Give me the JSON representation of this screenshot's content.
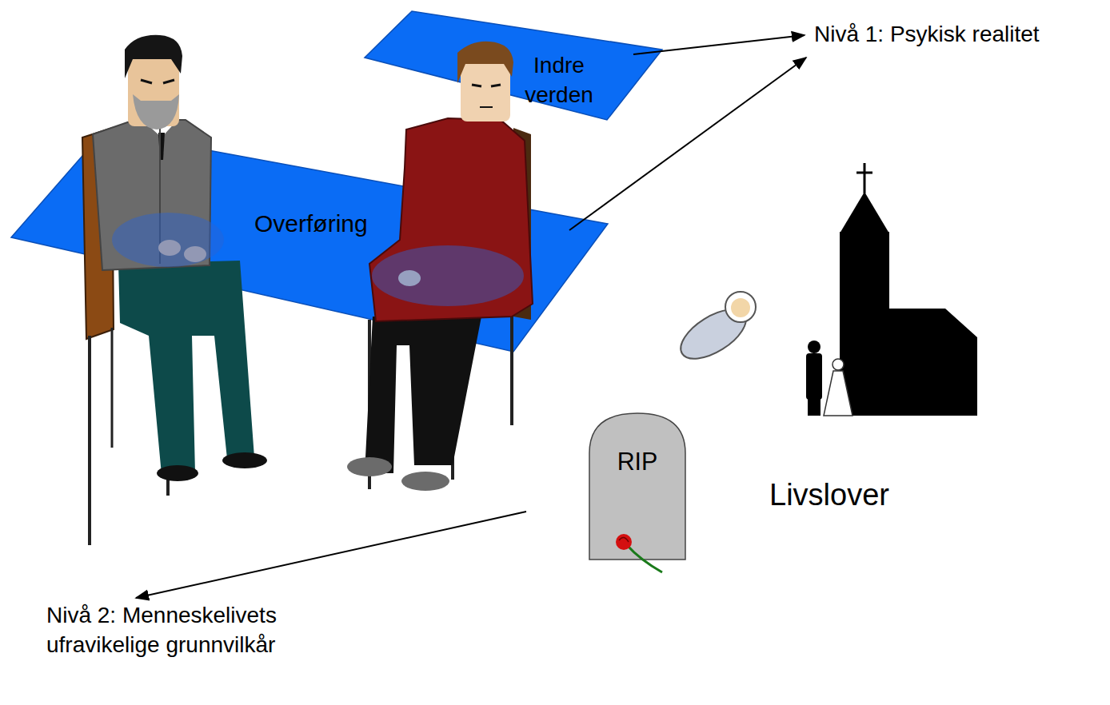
{
  "diagram": {
    "nodes": [
      {
        "text": [
          "Indre verden"
        ]
      },
      {
        "text": [
          "Overføring"
        ]
      },
      {
        "text": [
          "Livslover"
        ]
      },
      {
        "text": [
          "RIP"
        ],
        "in": 2
      }
    ],
    "labels": [
      "Nivå 1: Psykisk realitet",
      "Nivå 2: Menneskelivets ufravikelige grunnvilkår"
    ]
  }
}
